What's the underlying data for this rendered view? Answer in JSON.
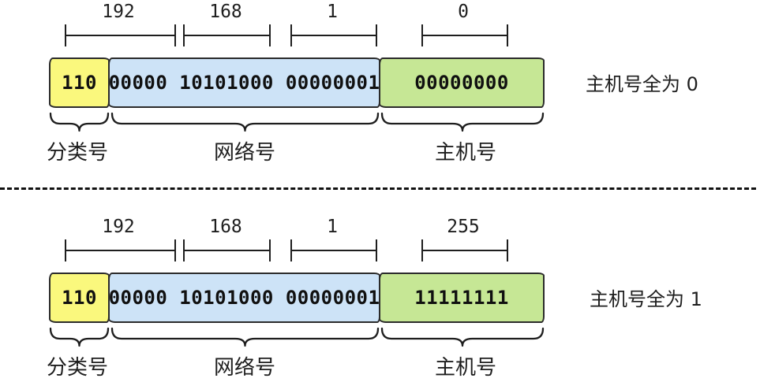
{
  "colors": {
    "ink": "#1e1e1e",
    "box_border": "#2b2b2b",
    "class_bg": "#FAF87D",
    "network_bg": "#CDE3F7",
    "host_bg": "#C6E795"
  },
  "top": {
    "octets": [
      "192",
      "168",
      "1",
      "0"
    ],
    "class_bits": "110",
    "network_bits": "00000 10101000 00000001",
    "host_bits": "00000000",
    "class_label": "分类号",
    "network_label": "网络号",
    "host_label": "主机号",
    "note": "主机号全为 0"
  },
  "bottom": {
    "octets": [
      "192",
      "168",
      "1",
      "255"
    ],
    "class_bits": "110",
    "network_bits": "00000 10101000 00000001",
    "host_bits": "11111111",
    "class_label": "分类号",
    "network_label": "网络号",
    "host_label": "主机号",
    "note": "主机号全为 1"
  }
}
